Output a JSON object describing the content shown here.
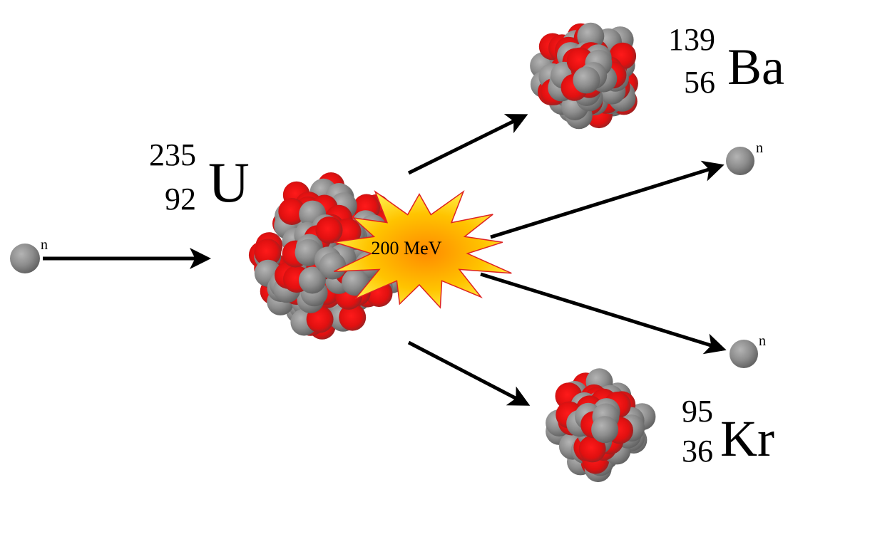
{
  "uranium": {
    "mass_number": "235",
    "atomic_number": "92",
    "symbol": "U"
  },
  "barium": {
    "mass_number": "139",
    "atomic_number": "56",
    "symbol": "Ba"
  },
  "krypton": {
    "mass_number": "95",
    "atomic_number": "36",
    "symbol": "Kr"
  },
  "neutron_label": "n",
  "energy_label": "200 MeV",
  "colors": {
    "proton": "#ff1a1a",
    "neutron": "#8a8a8a",
    "arrow": "#000000",
    "burst_center": "#ff9900",
    "burst_edge": "#ffee33",
    "burst_outline": "#dd2222"
  }
}
